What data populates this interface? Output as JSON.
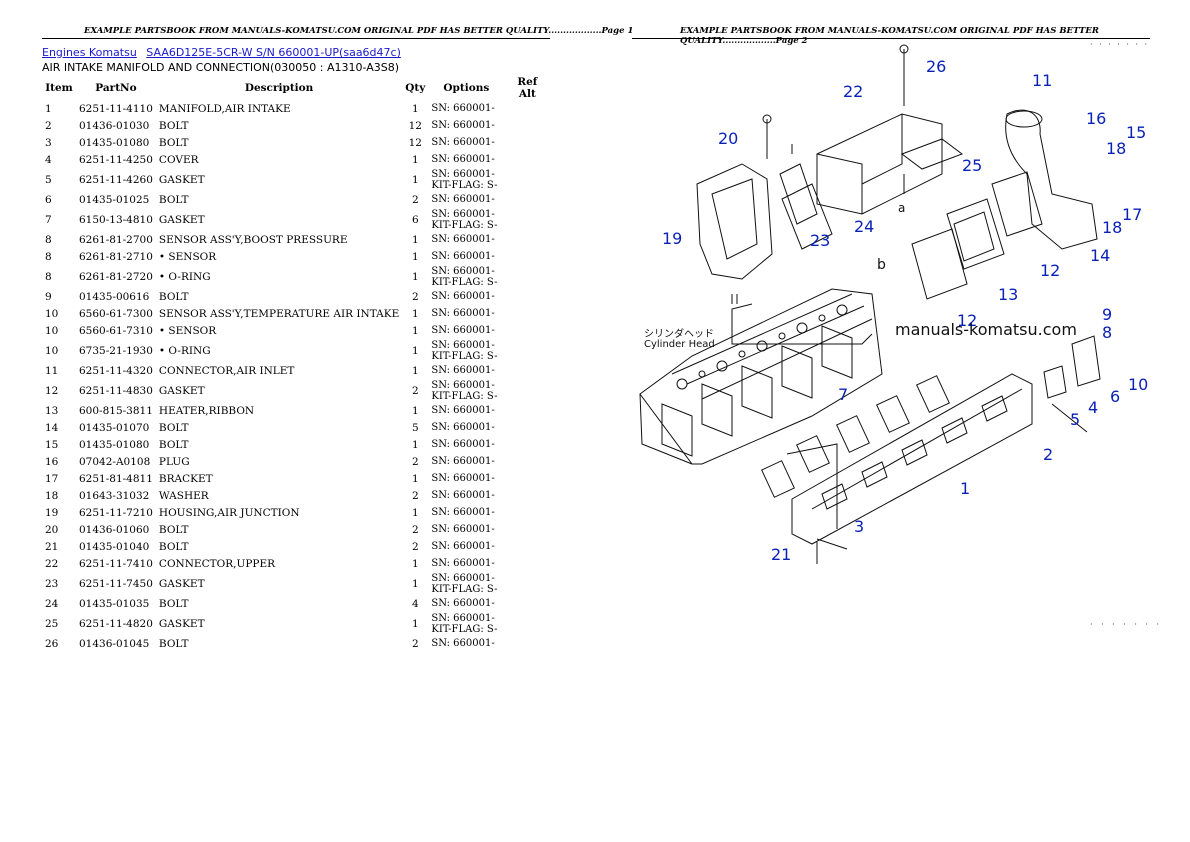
{
  "header": {
    "left": "EXAMPLE PARTSBOOK FROM MANUALS-KOMATSU.COM ORIGINAL PDF HAS BETTER QUALITY..................Page 1",
    "right": "EXAMPLE PARTSBOOK FROM MANUALS-KOMATSU.COM ORIGINAL PDF HAS BETTER QUALITY..................Page 2"
  },
  "breadcrumb": {
    "link1": "Engines Komatsu",
    "link2": "SAA6D125E-5CR-W S/N 660001-UP(saa6d47c)"
  },
  "section_title": "AIR INTAKE MANIFOLD AND CONNECTION(030050 : A1310-A3S8)",
  "columns": [
    "Item",
    "PartNo",
    "Description",
    "Qty",
    "Options",
    "Ref Alt"
  ],
  "rows": [
    {
      "item": "1",
      "part": "6251-11-4110",
      "desc": "MANIFOLD,AIR INTAKE",
      "qty": "1",
      "opt1": "SN: 660001-",
      "opt2": ""
    },
    {
      "item": "2",
      "part": "01436-01030",
      "desc": "BOLT",
      "qty": "12",
      "opt1": "SN: 660001-",
      "opt2": ""
    },
    {
      "item": "3",
      "part": "01435-01080",
      "desc": "BOLT",
      "qty": "12",
      "opt1": "SN: 660001-",
      "opt2": ""
    },
    {
      "item": "4",
      "part": "6251-11-4250",
      "desc": "COVER",
      "qty": "1",
      "opt1": "SN: 660001-",
      "opt2": ""
    },
    {
      "item": "5",
      "part": "6251-11-4260",
      "desc": "GASKET",
      "qty": "1",
      "opt1": "SN: 660001-",
      "opt2": "KIT-FLAG: S-"
    },
    {
      "item": "6",
      "part": "01435-01025",
      "desc": "BOLT",
      "qty": "2",
      "opt1": "SN: 660001-",
      "opt2": ""
    },
    {
      "item": "7",
      "part": "6150-13-4810",
      "desc": "GASKET",
      "qty": "6",
      "opt1": "SN: 660001-",
      "opt2": "KIT-FLAG: S-"
    },
    {
      "item": "8",
      "part": "6261-81-2700",
      "desc": "SENSOR ASS'Y,BOOST PRESSURE",
      "qty": "1",
      "opt1": "SN: 660001-",
      "opt2": ""
    },
    {
      "item": "8",
      "part": "6261-81-2710",
      "desc": "• SENSOR",
      "qty": "1",
      "opt1": "SN: 660001-",
      "opt2": ""
    },
    {
      "item": "8",
      "part": "6261-81-2720",
      "desc": "• O-RING",
      "qty": "1",
      "opt1": "SN: 660001-",
      "opt2": "KIT-FLAG: S-"
    },
    {
      "item": "9",
      "part": "01435-00616",
      "desc": "BOLT",
      "qty": "2",
      "opt1": "SN: 660001-",
      "opt2": ""
    },
    {
      "item": "10",
      "part": "6560-61-7300",
      "desc": "SENSOR ASS'Y,TEMPERATURE AIR INTAKE",
      "qty": "1",
      "opt1": "SN: 660001-",
      "opt2": ""
    },
    {
      "item": "10",
      "part": "6560-61-7310",
      "desc": "• SENSOR",
      "qty": "1",
      "opt1": "SN: 660001-",
      "opt2": ""
    },
    {
      "item": "10",
      "part": "6735-21-1930",
      "desc": "• O-RING",
      "qty": "1",
      "opt1": "SN: 660001-",
      "opt2": "KIT-FLAG: S-"
    },
    {
      "item": "11",
      "part": "6251-11-4320",
      "desc": "CONNECTOR,AIR INLET",
      "qty": "1",
      "opt1": "SN: 660001-",
      "opt2": ""
    },
    {
      "item": "12",
      "part": "6251-11-4830",
      "desc": "GASKET",
      "qty": "2",
      "opt1": "SN: 660001-",
      "opt2": "KIT-FLAG: S-"
    },
    {
      "item": "13",
      "part": "600-815-3811",
      "desc": "HEATER,RIBBON",
      "qty": "1",
      "opt1": "SN: 660001-",
      "opt2": ""
    },
    {
      "item": "14",
      "part": "01435-01070",
      "desc": "BOLT",
      "qty": "5",
      "opt1": "SN: 660001-",
      "opt2": ""
    },
    {
      "item": "15",
      "part": "01435-01080",
      "desc": "BOLT",
      "qty": "1",
      "opt1": "SN: 660001-",
      "opt2": ""
    },
    {
      "item": "16",
      "part": "07042-A0108",
      "desc": "PLUG",
      "qty": "2",
      "opt1": "SN: 660001-",
      "opt2": ""
    },
    {
      "item": "17",
      "part": "6251-81-4811",
      "desc": "BRACKET",
      "qty": "1",
      "opt1": "SN: 660001-",
      "opt2": ""
    },
    {
      "item": "18",
      "part": "01643-31032",
      "desc": "WASHER",
      "qty": "2",
      "opt1": "SN: 660001-",
      "opt2": ""
    },
    {
      "item": "19",
      "part": "6251-11-7210",
      "desc": "HOUSING,AIR JUNCTION",
      "qty": "1",
      "opt1": "SN: 660001-",
      "opt2": ""
    },
    {
      "item": "20",
      "part": "01436-01060",
      "desc": "BOLT",
      "qty": "2",
      "opt1": "SN: 660001-",
      "opt2": ""
    },
    {
      "item": "21",
      "part": "01435-01040",
      "desc": "BOLT",
      "qty": "2",
      "opt1": "SN: 660001-",
      "opt2": ""
    },
    {
      "item": "22",
      "part": "6251-11-7410",
      "desc": "CONNECTOR,UPPER",
      "qty": "1",
      "opt1": "SN: 660001-",
      "opt2": ""
    },
    {
      "item": "23",
      "part": "6251-11-7450",
      "desc": "GASKET",
      "qty": "1",
      "opt1": "SN: 660001-",
      "opt2": "KIT-FLAG: S-"
    },
    {
      "item": "24",
      "part": "01435-01035",
      "desc": "BOLT",
      "qty": "4",
      "opt1": "SN: 660001-",
      "opt2": ""
    },
    {
      "item": "25",
      "part": "6251-11-4820",
      "desc": "GASKET",
      "qty": "1",
      "opt1": "SN: 660001-",
      "opt2": "KIT-FLAG: S-"
    },
    {
      "item": "26",
      "part": "01436-01045",
      "desc": "BOLT",
      "qty": "2",
      "opt1": "SN: 660001-",
      "opt2": ""
    }
  ],
  "diagram": {
    "watermark": "manuals-komatsu.com",
    "jp_label": "シリンダヘッド",
    "en_label": "Cylinder Head",
    "letter_a": "a",
    "letter_b": "b",
    "callouts": [
      "26",
      "22",
      "11",
      "20",
      "16",
      "15",
      "18",
      "17",
      "25",
      "19",
      "23",
      "24",
      "18",
      "14",
      "12",
      "13",
      "12",
      "9",
      "8",
      "10",
      "7",
      "6",
      "4",
      "5",
      "2",
      "1",
      "3",
      "21"
    ]
  },
  "colors": {
    "link": "#1a1acc",
    "callout": "#0a22b8"
  }
}
